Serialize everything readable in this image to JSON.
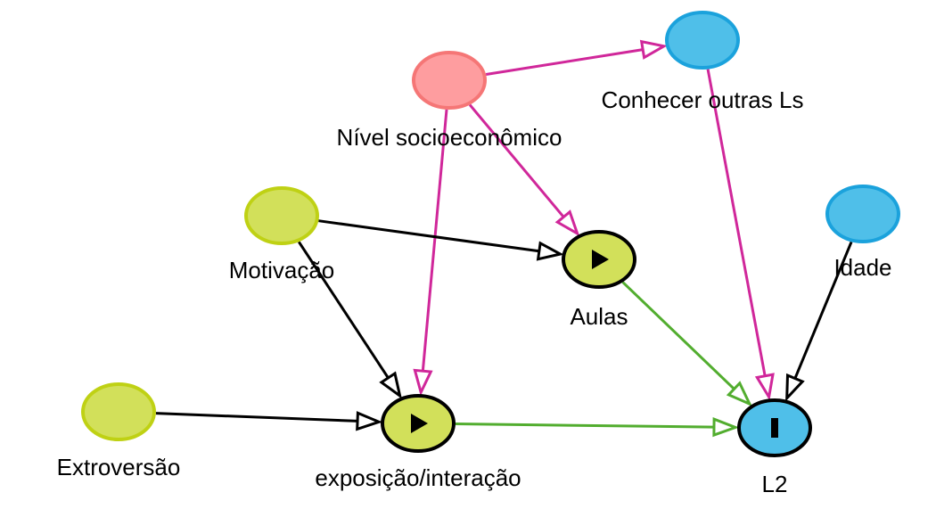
{
  "diagram": {
    "type": "causal-dag",
    "colors": {
      "edge_default": "#000000",
      "edge_confounder": "#d0279a",
      "edge_causal": "#52ad2f",
      "node_confounder_fill": "#fe9d9f",
      "node_confounder_stroke": "#f57676",
      "node_ancestor_fill": "#d2e05a",
      "node_ancestor_stroke": "#bfd114",
      "node_outcome_ancestor_fill": "#4fbfe9",
      "node_outcome_ancestor_stroke": "#1ba2dc",
      "node_exposure_stroke": "#000000",
      "icon_fill": "#000000"
    },
    "nodes": [
      {
        "id": "nse",
        "label": "Nível socioeconômico",
        "role": "confounder",
        "icon": ""
      },
      {
        "id": "conhecer",
        "label": "Conhecer outras Ls",
        "role": "outcome-ancestor",
        "icon": ""
      },
      {
        "id": "motivacao",
        "label": "Motivação",
        "role": "ancestor",
        "icon": ""
      },
      {
        "id": "aulas",
        "label": "Aulas",
        "role": "exposure",
        "icon": "play-icon"
      },
      {
        "id": "idade",
        "label": "Idade",
        "role": "outcome-ancestor",
        "icon": ""
      },
      {
        "id": "extroversao",
        "label": "Extroversão",
        "role": "ancestor",
        "icon": ""
      },
      {
        "id": "exposicao",
        "label": "exposição/interação",
        "role": "exposure",
        "icon": "play-icon"
      },
      {
        "id": "l2",
        "label": "L2",
        "role": "outcome",
        "icon": "outcome-bar-icon"
      }
    ],
    "edges": [
      {
        "from": "nse",
        "to": "conhecer",
        "kind": "confounder"
      },
      {
        "from": "nse",
        "to": "aulas",
        "kind": "confounder"
      },
      {
        "from": "nse",
        "to": "exposicao",
        "kind": "confounder"
      },
      {
        "from": "conhecer",
        "to": "l2",
        "kind": "confounder"
      },
      {
        "from": "motivacao",
        "to": "aulas",
        "kind": "default"
      },
      {
        "from": "motivacao",
        "to": "exposicao",
        "kind": "default"
      },
      {
        "from": "extroversao",
        "to": "exposicao",
        "kind": "default"
      },
      {
        "from": "idade",
        "to": "l2",
        "kind": "default"
      },
      {
        "from": "aulas",
        "to": "l2",
        "kind": "causal"
      },
      {
        "from": "exposicao",
        "to": "l2",
        "kind": "causal"
      }
    ]
  }
}
